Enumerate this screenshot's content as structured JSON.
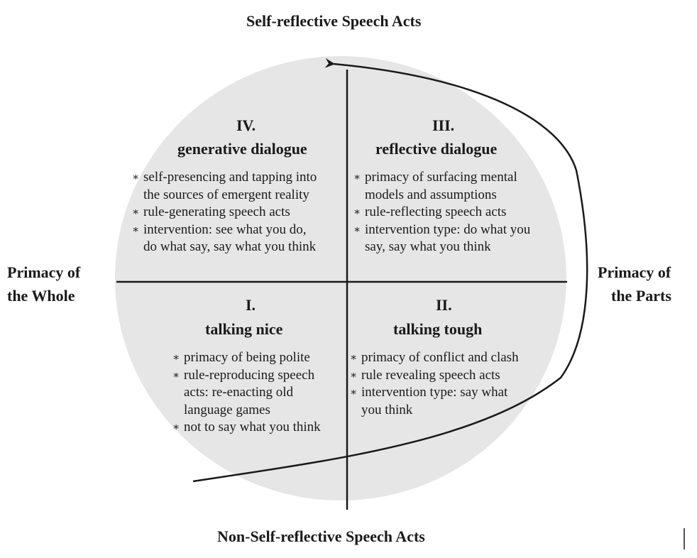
{
  "axes": {
    "top": "Self-reflective Speech Acts",
    "bottom": "Non-Self-reflective Speech Acts",
    "left_line1": "Primacy of",
    "left_line2": "the Whole",
    "right_line1": "Primacy of",
    "right_line2": "the Parts"
  },
  "quadrants": {
    "q4": {
      "number": "IV.",
      "title": "generative dialogue",
      "bullets": [
        {
          "first": "self-presencing and tapping into",
          "rest": [
            "the sources of emergent reality"
          ]
        },
        {
          "first": "rule-generating speech acts",
          "rest": []
        },
        {
          "first": "intervention: see what you do,",
          "rest": [
            "do what say, say what you think"
          ]
        }
      ]
    },
    "q3": {
      "number": "III.",
      "title": "reflective dialogue",
      "bullets": [
        {
          "first": "primacy of surfacing mental",
          "rest": [
            "models and assumptions"
          ]
        },
        {
          "first": "rule-reflecting speech acts",
          "rest": []
        },
        {
          "first": "intervention type: do what you",
          "rest": [
            "say, say what you think"
          ]
        }
      ]
    },
    "q1": {
      "number": "I.",
      "title": "talking nice",
      "bullets": [
        {
          "first": "primacy of being polite",
          "rest": []
        },
        {
          "first": "rule-reproducing speech",
          "rest": [
            "acts: re-enacting old",
            "language games"
          ]
        },
        {
          "first": "not to say what you think",
          "rest": []
        }
      ]
    },
    "q2": {
      "number": "II.",
      "title": "talking tough",
      "bullets": [
        {
          "first": "primacy of conflict and clash",
          "rest": []
        },
        {
          "first": "rule revealing speech acts",
          "rest": []
        },
        {
          "first": "intervention type: say what",
          "rest": [
            "you think"
          ]
        }
      ]
    }
  },
  "bullet_symbol": "∗",
  "colors": {
    "circle_fill": "#e6e6e6",
    "ink": "#1a1a1a"
  }
}
